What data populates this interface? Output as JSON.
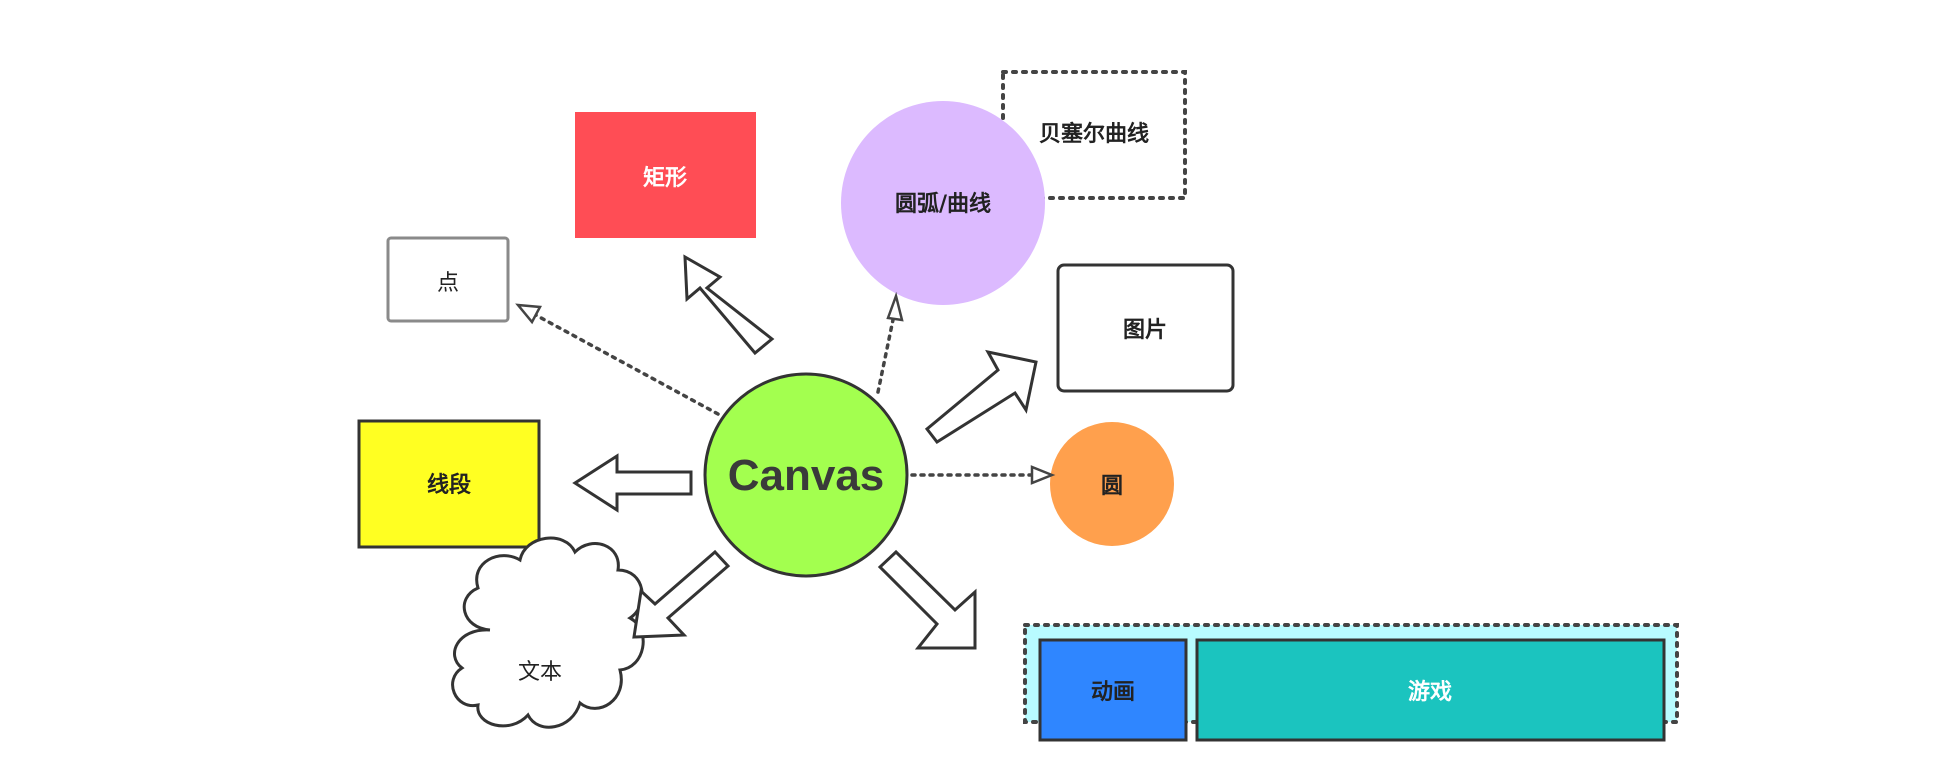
{
  "center": {
    "label": "Canvas",
    "color": "#a3ff4f"
  },
  "nodes": {
    "point": {
      "label": "点"
    },
    "rect": {
      "label": "矩形",
      "color": "#ff4d55"
    },
    "arc": {
      "label": "圆弧/曲线",
      "color": "#dcbaff"
    },
    "bezier": {
      "label": "贝塞尔曲线"
    },
    "image": {
      "label": "图片"
    },
    "circle": {
      "label": "圆",
      "color": "#ffa04d"
    },
    "line": {
      "label": "线段",
      "color": "#ffff22"
    },
    "text": {
      "label": "文本"
    },
    "animation": {
      "label": "动画",
      "color": "#2f86ff"
    },
    "game": {
      "label": "游戏",
      "color": "#1bc4bf"
    }
  },
  "group_color": "#b8fbff"
}
